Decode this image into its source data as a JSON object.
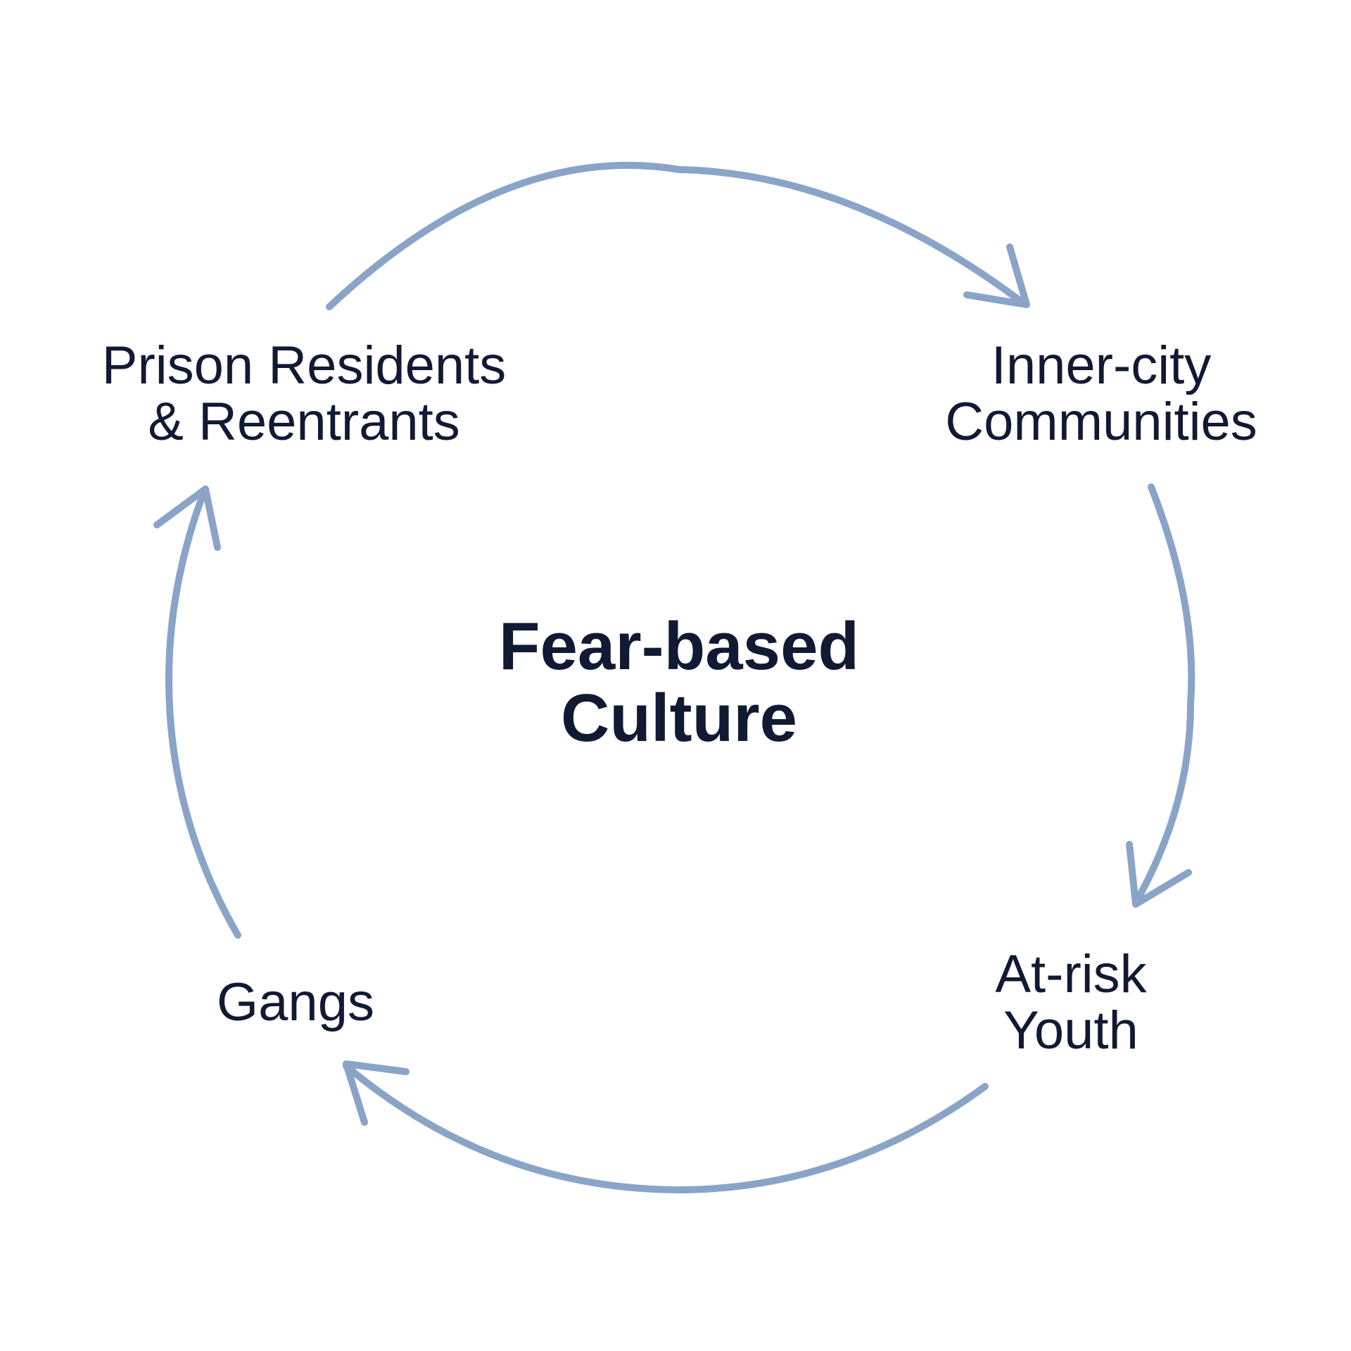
{
  "colors": {
    "arrow": "#8aa4c8",
    "text": "#111a33",
    "background": "#ffffff"
  },
  "center": {
    "line1": "Fear-based",
    "line2": "Culture"
  },
  "nodes": {
    "prison": {
      "line1": "Prison Residents",
      "line2": "& Reentrants"
    },
    "inner_city": {
      "line1": "Inner-city",
      "line2": "Communities"
    },
    "youth": {
      "line1": "At-risk",
      "line2": "Youth"
    },
    "gangs": {
      "line1": "Gangs"
    }
  },
  "cycle": [
    "Prison Residents & Reentrants",
    "Inner-city Communities",
    "At-risk Youth",
    "Gangs"
  ]
}
